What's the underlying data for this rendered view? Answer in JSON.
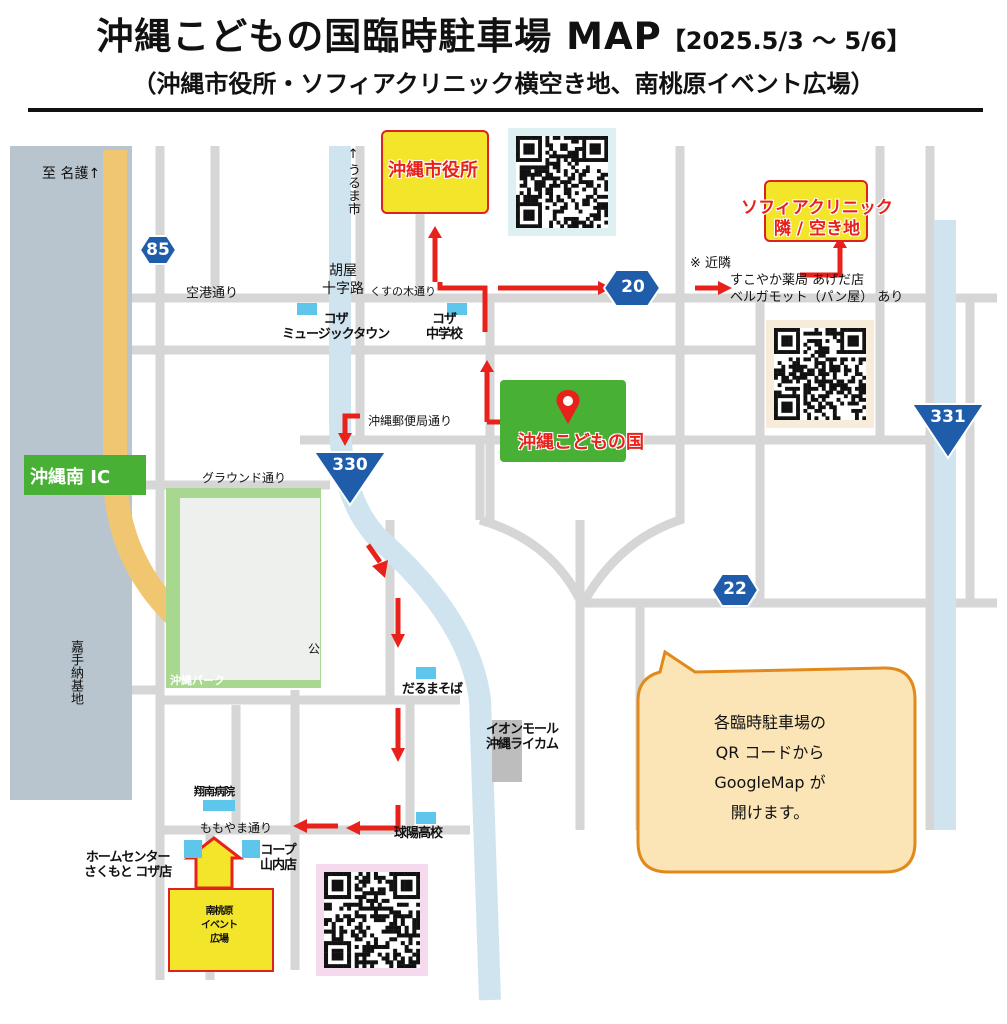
{
  "title": {
    "main": "沖縄こどもの国臨時駐車場 MAP",
    "date": "【2025.5/3 ～ 5/6】",
    "sub": "（沖縄市役所・ソフィアクリニック横空き地、南桃原イベント広場）"
  },
  "routes": {
    "r85": "85",
    "r20": "20",
    "r330": "330",
    "r331": "331",
    "r22": "22"
  },
  "streets": {
    "kuko": "空港通り",
    "kusunoki": "くすの木通り",
    "yubinkyoku": "沖縄郵便局通り",
    "ground": "グラウンド通り",
    "momoyama": "ももやま通り",
    "uruma": "← うるま市",
    "nago": "至 名護↑",
    "goya_line1": "胡屋",
    "goya_line2": "十字路"
  },
  "landmarks": {
    "koza_music_line1": "コザ",
    "koza_music_line2": "ミュージックタウン",
    "koza_jhs_line1": "コザ",
    "koza_jhs_line2": "中学校",
    "kodomo": "沖縄こどもの国",
    "city_hall": "沖縄市役所",
    "sophia_line1": "ソフィアクリニック",
    "sophia_line2": "隣 / 空き地",
    "nearby_line1": "※ 近隣",
    "nearby_line2": "すこやか薬局 あげだ店",
    "nearby_line3": "ベルガモット（パン屋） あり",
    "okinawa_minami_ic": "沖縄南 IC",
    "kadena": "嘉手納基地",
    "daruma": "だるまそば",
    "aeon_line1": "イオンモール",
    "aeon_line2": "沖縄ライカム",
    "kyuyo": "球陽高校",
    "shonan": "翔南病院",
    "homecenter_line1": "ホームセンター",
    "homecenter_line2": "さくもと コザ店",
    "coop_line1": "コープ",
    "coop_line2": "山内店",
    "minami_line1": "南桃原",
    "minami_line2": "イベント",
    "minami_line3": "広場",
    "park_line1": "公",
    "park_line2": "沖縄パーク"
  },
  "info_bubble": {
    "line1": "各臨時駐車場の",
    "line2": "QR コードから",
    "line3": "GoogleMap が",
    "line4": "開けます。"
  },
  "colors": {
    "route_blue": "#1f5dab",
    "arrow_red": "#e8211b",
    "green": "#47b035",
    "yellow": "#f3e52a",
    "road_gray": "#d9d9d9",
    "expressway": "#f0c670",
    "river_blue": "#cfe4ef"
  }
}
